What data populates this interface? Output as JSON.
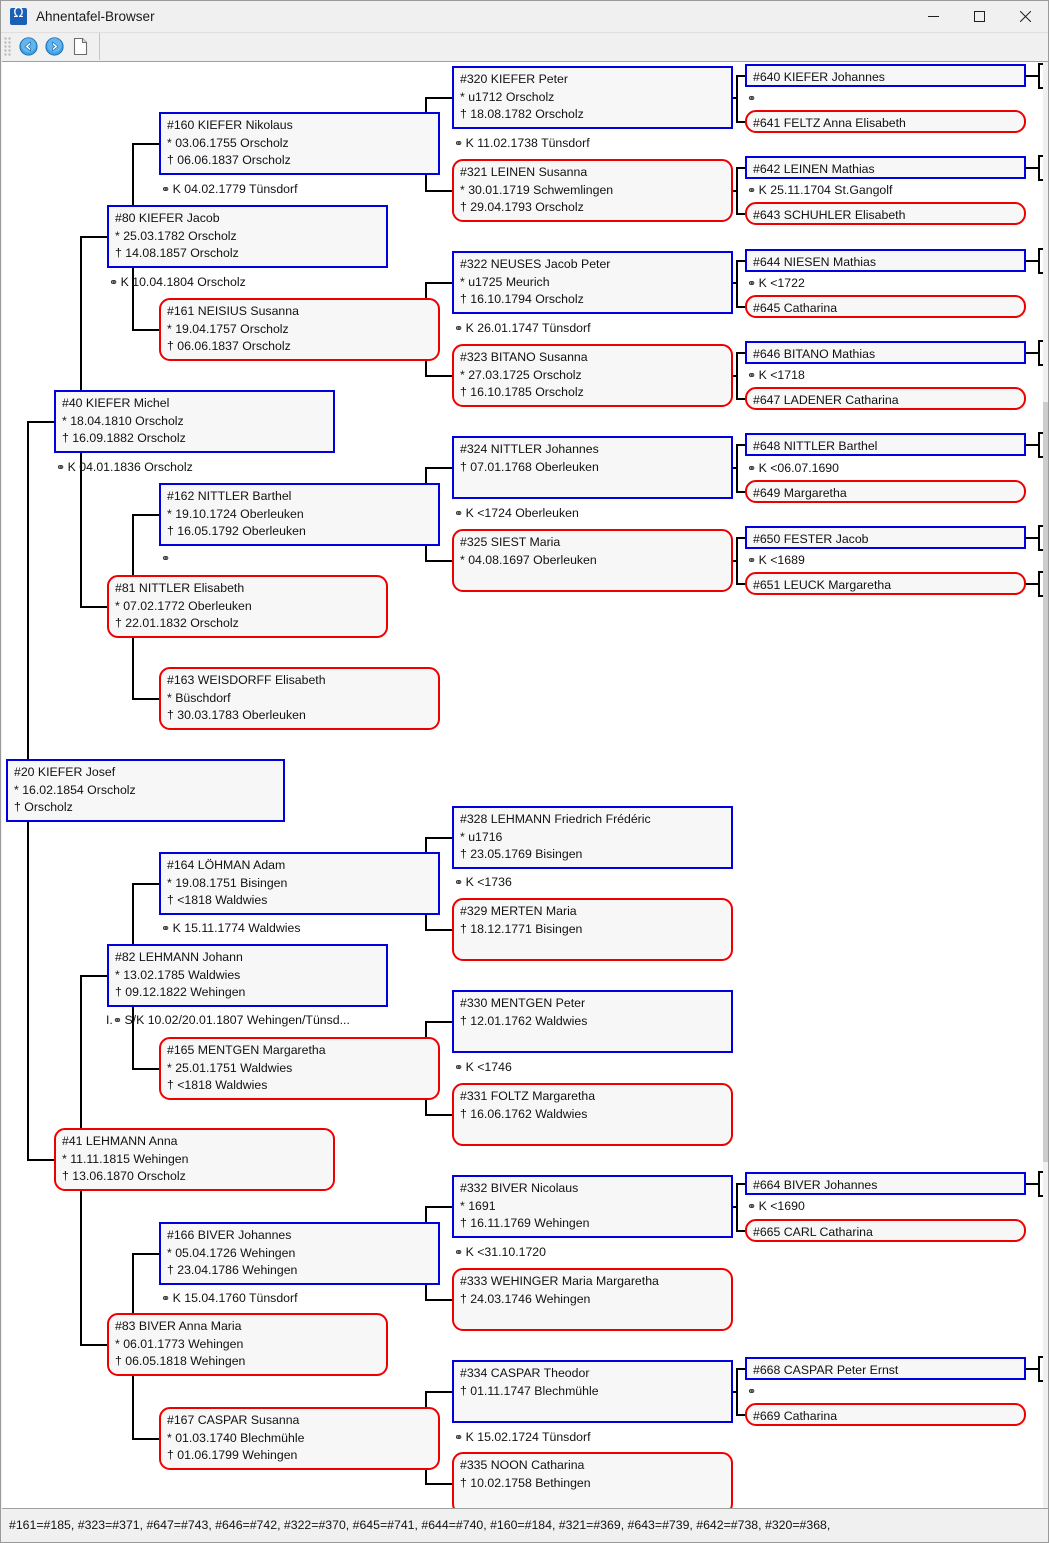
{
  "window": {
    "title": "Ahnentafel-Browser",
    "icon": "app-icon",
    "minimize": "—",
    "maximize": "☐",
    "close": "✕"
  },
  "toolbar": {
    "back": "back-arrow-icon",
    "forward": "forward-arrow-icon",
    "document": "document-icon"
  },
  "statusbar": {
    "text": "#161=#185, #323=#371, #647=#743, #646=#742, #322=#370, #645=#741, #644=#740, #160=#184, #321=#369, #643=#739, #642=#738, #320=#368,"
  },
  "colors": {
    "male_border": "#0000e0",
    "female_border": "#ee0000",
    "box_fill": "#f7f7f7",
    "line": "#000000",
    "window_bg": "#f0f0f0"
  },
  "persons": [
    {
      "id": "p20",
      "sex": "male",
      "lines": [
        "#20 KIEFER Josef",
        "* 16.02.1854 Orscholz",
        "† Orscholz"
      ]
    },
    {
      "id": "p40",
      "sex": "male",
      "lines": [
        "#40 KIEFER Michel",
        "* 18.04.1810 Orscholz",
        "† 16.09.1882 Orscholz"
      ]
    },
    {
      "id": "p41",
      "sex": "female",
      "lines": [
        "#41 LEHMANN Anna",
        "* 11.11.1815 Wehingen",
        "† 13.06.1870 Orscholz"
      ]
    },
    {
      "id": "p80",
      "sex": "male",
      "lines": [
        "#80 KIEFER Jacob",
        "* 25.03.1782 Orscholz",
        "† 14.08.1857 Orscholz"
      ]
    },
    {
      "id": "p81",
      "sex": "female",
      "lines": [
        "#81 NITTLER Elisabeth",
        "* 07.02.1772 Oberleuken",
        "† 22.01.1832 Orscholz"
      ]
    },
    {
      "id": "p82",
      "sex": "male",
      "lines": [
        "#82 LEHMANN Johann",
        "* 13.02.1785 Waldwies",
        "† 09.12.1822 Wehingen"
      ]
    },
    {
      "id": "p83",
      "sex": "female",
      "lines": [
        "#83 BIVER Anna Maria",
        "* 06.01.1773 Wehingen",
        "† 06.05.1818 Wehingen"
      ]
    },
    {
      "id": "p160",
      "sex": "male",
      "lines": [
        "#160 KIEFER Nikolaus",
        "* 03.06.1755 Orscholz",
        "† 06.06.1837 Orscholz"
      ]
    },
    {
      "id": "p161",
      "sex": "female",
      "lines": [
        "#161 NEISIUS Susanna",
        "* 19.04.1757 Orscholz",
        "† 06.06.1837 Orscholz"
      ]
    },
    {
      "id": "p162",
      "sex": "male",
      "lines": [
        "#162 NITTLER Barthel",
        "* 19.10.1724 Oberleuken",
        "† 16.05.1792 Oberleuken"
      ]
    },
    {
      "id": "p163",
      "sex": "female",
      "lines": [
        "#163 WEISDORFF Elisabeth",
        "* Büschdorf",
        "† 30.03.1783 Oberleuken"
      ]
    },
    {
      "id": "p164",
      "sex": "male",
      "lines": [
        "#164 LÖHMAN Adam",
        "* 19.08.1751 Bisingen",
        "† <1818 Waldwies"
      ]
    },
    {
      "id": "p165",
      "sex": "female",
      "lines": [
        "#165 MENTGEN Margaretha",
        "* 25.01.1751 Waldwies",
        "† <1818 Waldwies"
      ]
    },
    {
      "id": "p166",
      "sex": "male",
      "lines": [
        "#166 BIVER Johannes",
        "* 05.04.1726 Wehingen",
        "† 23.04.1786 Wehingen"
      ]
    },
    {
      "id": "p167",
      "sex": "female",
      "lines": [
        "#167 CASPAR Susanna",
        "* 01.03.1740 Blechmühle",
        "† 01.06.1799 Wehingen"
      ]
    },
    {
      "id": "p320",
      "sex": "male",
      "lines": [
        "#320 KIEFER Peter",
        "* u1712 Orscholz",
        "† 18.08.1782 Orscholz"
      ]
    },
    {
      "id": "p321",
      "sex": "female",
      "lines": [
        "#321 LEINEN Susanna",
        "* 30.01.1719 Schwemlingen",
        "† 29.04.1793 Orscholz"
      ]
    },
    {
      "id": "p322",
      "sex": "male",
      "lines": [
        "#322 NEUSES Jacob Peter",
        "* u1725 Meurich",
        "† 16.10.1794 Orscholz"
      ]
    },
    {
      "id": "p323",
      "sex": "female",
      "lines": [
        "#323 BITANO Susanna",
        "* 27.03.1725 Orscholz",
        "† 16.10.1785 Orscholz"
      ]
    },
    {
      "id": "p324",
      "sex": "male",
      "lines": [
        "#324 NITTLER Johannes",
        "† 07.01.1768 Oberleuken"
      ]
    },
    {
      "id": "p325",
      "sex": "female",
      "lines": [
        "#325 SIEST Maria",
        "* 04.08.1697 Oberleuken"
      ]
    },
    {
      "id": "p328",
      "sex": "male",
      "lines": [
        "#328 LEHMANN Friedrich Frédéric",
        "* u1716",
        "† 23.05.1769 Bisingen"
      ]
    },
    {
      "id": "p329",
      "sex": "female",
      "lines": [
        "#329 MERTEN Maria",
        "† 18.12.1771 Bisingen"
      ]
    },
    {
      "id": "p330",
      "sex": "male",
      "lines": [
        "#330 MENTGEN Peter",
        "† 12.01.1762 Waldwies"
      ]
    },
    {
      "id": "p331",
      "sex": "female",
      "lines": [
        "#331 FOLTZ Margaretha",
        "† 16.06.1762 Waldwies"
      ]
    },
    {
      "id": "p332",
      "sex": "male",
      "lines": [
        "#332 BIVER Nicolaus",
        "* 1691",
        "† 16.11.1769 Wehingen"
      ]
    },
    {
      "id": "p333",
      "sex": "female",
      "lines": [
        "#333 WEHINGER Maria Margaretha",
        "† 24.03.1746 Wehingen"
      ]
    },
    {
      "id": "p334",
      "sex": "male",
      "lines": [
        "#334 CASPAR Theodor",
        "† 01.11.1747 Blechmühle"
      ]
    },
    {
      "id": "p335",
      "sex": "female",
      "lines": [
        "#335 NOON Catharina",
        "† 10.02.1758 Bethingen"
      ]
    },
    {
      "id": "p640",
      "sex": "male",
      "lines": [
        "#640 KIEFER Johannes"
      ]
    },
    {
      "id": "p641",
      "sex": "female",
      "lines": [
        "#641 FELTZ Anna Elisabeth"
      ]
    },
    {
      "id": "p642",
      "sex": "male",
      "lines": [
        "#642 LEINEN Mathias"
      ]
    },
    {
      "id": "p643",
      "sex": "female",
      "lines": [
        "#643 SCHUHLER Elisabeth"
      ]
    },
    {
      "id": "p644",
      "sex": "male",
      "lines": [
        "#644 NIESEN Mathias"
      ]
    },
    {
      "id": "p645",
      "sex": "female",
      "lines": [
        "#645 Catharina"
      ]
    },
    {
      "id": "p646",
      "sex": "male",
      "lines": [
        "#646 BITANO Mathias"
      ]
    },
    {
      "id": "p647",
      "sex": "female",
      "lines": [
        "#647 LADENER Catharina"
      ]
    },
    {
      "id": "p648",
      "sex": "male",
      "lines": [
        "#648 NITTLER Barthel"
      ]
    },
    {
      "id": "p649",
      "sex": "female",
      "lines": [
        "#649 Margaretha"
      ]
    },
    {
      "id": "p650",
      "sex": "male",
      "lines": [
        "#650 FESTER Jacob"
      ]
    },
    {
      "id": "p651",
      "sex": "female",
      "lines": [
        "#651 LEUCK Margaretha"
      ]
    },
    {
      "id": "p664",
      "sex": "male",
      "lines": [
        "#664 BIVER Johannes"
      ]
    },
    {
      "id": "p665",
      "sex": "female",
      "lines": [
        "#665 CARL Catharina"
      ]
    },
    {
      "id": "p668",
      "sex": "male",
      "lines": [
        "#668 CASPAR Peter Ernst"
      ]
    },
    {
      "id": "p669",
      "sex": "female",
      "lines": [
        "#669 Catharina"
      ]
    }
  ],
  "marriages": [
    {
      "id": "m40",
      "prefix": "",
      "text": "K 04.01.1836 Orscholz"
    },
    {
      "id": "m80",
      "prefix": "",
      "text": "K 10.04.1804 Orscholz"
    },
    {
      "id": "m82",
      "prefix": "I.",
      "text": "S/K 10.02/20.01.1807 Wehingen/Tünsd..."
    },
    {
      "id": "m160",
      "prefix": "",
      "text": "K 04.02.1779 Tünsdorf"
    },
    {
      "id": "m162",
      "prefix": "",
      "text": ""
    },
    {
      "id": "m164",
      "prefix": "",
      "text": "K 15.11.1774 Waldwies"
    },
    {
      "id": "m166",
      "prefix": "",
      "text": "K 15.04.1760 Tünsdorf"
    },
    {
      "id": "m320",
      "prefix": "",
      "text": "K 11.02.1738 Tünsdorf"
    },
    {
      "id": "m322",
      "prefix": "",
      "text": "K 26.01.1747 Tünsdorf"
    },
    {
      "id": "m324",
      "prefix": "",
      "text": "K <1724 Oberleuken"
    },
    {
      "id": "m328",
      "prefix": "",
      "text": "K <1736"
    },
    {
      "id": "m330",
      "prefix": "",
      "text": "K <1746"
    },
    {
      "id": "m332",
      "prefix": "",
      "text": "K <31.10.1720"
    },
    {
      "id": "m334",
      "prefix": "",
      "text": "K 15.02.1724 Tünsdorf"
    },
    {
      "id": "m640",
      "prefix": "",
      "text": ""
    },
    {
      "id": "m642",
      "prefix": "",
      "text": "K 25.11.1704 St.Gangolf"
    },
    {
      "id": "m644",
      "prefix": "",
      "text": "K <1722"
    },
    {
      "id": "m646",
      "prefix": "",
      "text": "K <1718"
    },
    {
      "id": "m648",
      "prefix": "",
      "text": "K <06.07.1690"
    },
    {
      "id": "m650",
      "prefix": "",
      "text": "K <1689"
    },
    {
      "id": "m664",
      "prefix": "",
      "text": "K <1690"
    },
    {
      "id": "m668",
      "prefix": "",
      "text": ""
    }
  ]
}
